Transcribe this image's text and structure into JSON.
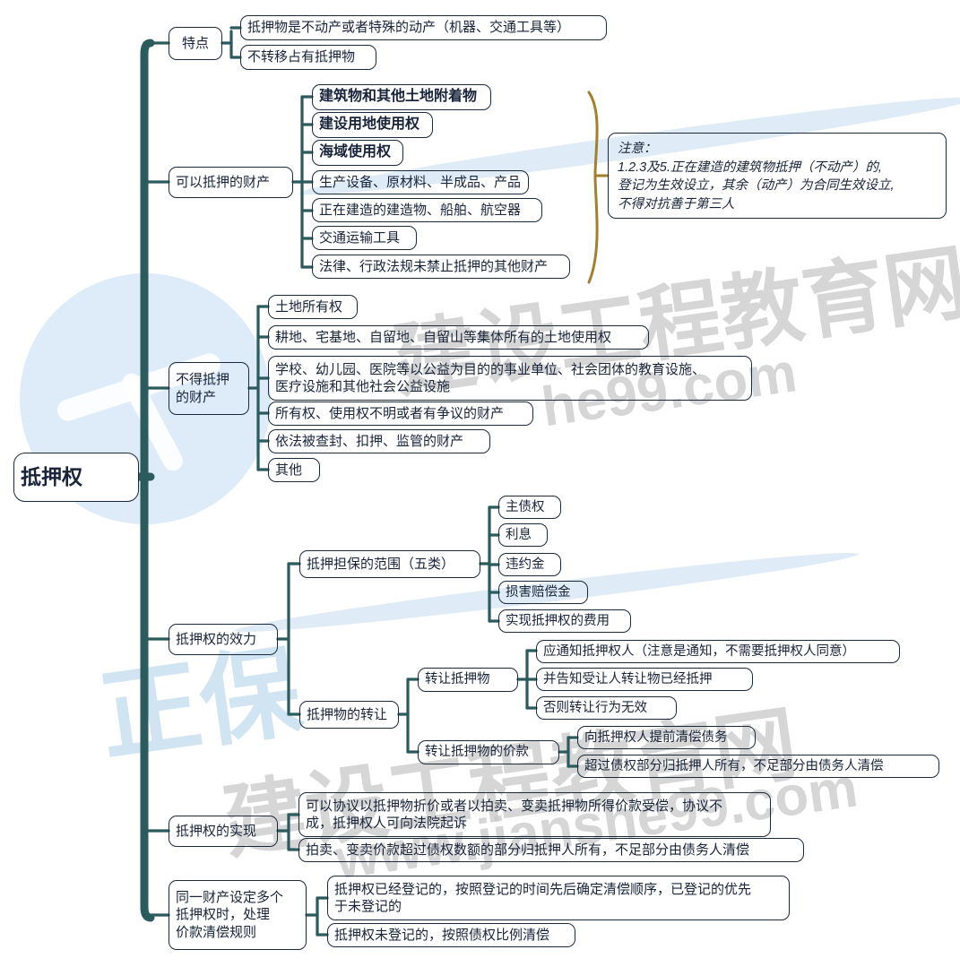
{
  "title": "抵押权",
  "colors": {
    "trunk": "#2b5b5c",
    "branch": "#2a5552",
    "brace": "#a1812c",
    "node_border": "#1b2a3a",
    "text": "#18243a",
    "watermark_gray": "#c9c9c9",
    "watermark_blue": "#d7e9f7"
  },
  "watermark": {
    "text_cn": "建设工程教育网",
    "text_url": "www.jianshe99.com"
  },
  "root": {
    "label": "抵押权"
  },
  "branches": [
    {
      "id": "tedian",
      "label": "特点",
      "children": [
        {
          "label": "抵押物是不动产或者特殊的动产（机器、交通工具等）"
        },
        {
          "label": "不转移占有抵押物"
        }
      ]
    },
    {
      "id": "keyi",
      "label": "可以抵押的财产",
      "children": [
        {
          "label": "建筑物和其他土地附着物",
          "bold": true
        },
        {
          "label": "建设用地使用权",
          "bold": true
        },
        {
          "label": "海域使用权",
          "bold": true
        },
        {
          "label": "生产设备、原材料、半成品、产品",
          "bold": false
        },
        {
          "label": "正在建造的建造物、船舶、航空器",
          "bold": false
        },
        {
          "label": "交通运输工具",
          "bold": false
        },
        {
          "label": "法律、行政法规未禁止抵押的其他财产",
          "bold": false
        }
      ],
      "note": "注意：\n1.2.3及5.正在建造的建筑物抵押（不动产）的,\n登记为生效设立，其余（动产）为合同生效设立,\n不得对抗善于第三人"
    },
    {
      "id": "budeB",
      "label": "不得抵押\n的财产",
      "children": [
        {
          "label": "土地所有权"
        },
        {
          "label": "耕地、宅基地、自留地、自留山等集体所有的土地使用权"
        },
        {
          "label": "学校、幼儿园、医院等以公益为目的的事业单位、社会团体的教育设施、\n医疗设施和其他社会公益设施"
        },
        {
          "label": "所有权、使用权不明或者有争议的财产"
        },
        {
          "label": "依法被查封、扣押、监管的财产"
        },
        {
          "label": "其他"
        }
      ]
    },
    {
      "id": "xiaoli",
      "label": "抵押权的效力",
      "children": [
        {
          "label": "抵押担保的范围（五类）",
          "children": [
            {
              "label": "主债权"
            },
            {
              "label": "利息"
            },
            {
              "label": "违约金"
            },
            {
              "label": "损害赔偿金"
            },
            {
              "label": "实现抵押权的费用"
            }
          ]
        },
        {
          "label": "抵押物的转让",
          "children": [
            {
              "label": "转让抵押物",
              "children": [
                {
                  "label": "应通知抵押权人（注意是通知，不需要抵押权人同意）"
                },
                {
                  "label": "并告知受让人转让物已经抵押"
                },
                {
                  "label": "否则转让行为无效"
                }
              ]
            },
            {
              "label": "转让抵押物的价款",
              "children": [
                {
                  "label": "向抵押权人提前清偿债务"
                },
                {
                  "label": "超过债权部分归抵押人所有，不足部分由债务人清偿"
                }
              ]
            }
          ]
        }
      ]
    },
    {
      "id": "shixian",
      "label": "抵押权的实现",
      "children": [
        {
          "label": "可以协议以抵押物折价或者以拍卖、变卖抵押物所得价款受偿，协议不\n成，抵押权人可向法院起诉"
        },
        {
          "label": "拍卖、变卖价款超过债权数额的部分归抵押人所有，不足部分由债务人清偿"
        }
      ]
    },
    {
      "id": "tongyi",
      "label": "同一财产设定多个\n抵押权时，处理\n价款清偿规则",
      "children": [
        {
          "label": "抵押权已经登记的，按照登记的时间先后确定清偿顺序，已登记的优先\n于未登记的"
        },
        {
          "label": "抵押权未登记的，按照债权比例清偿"
        }
      ]
    }
  ]
}
